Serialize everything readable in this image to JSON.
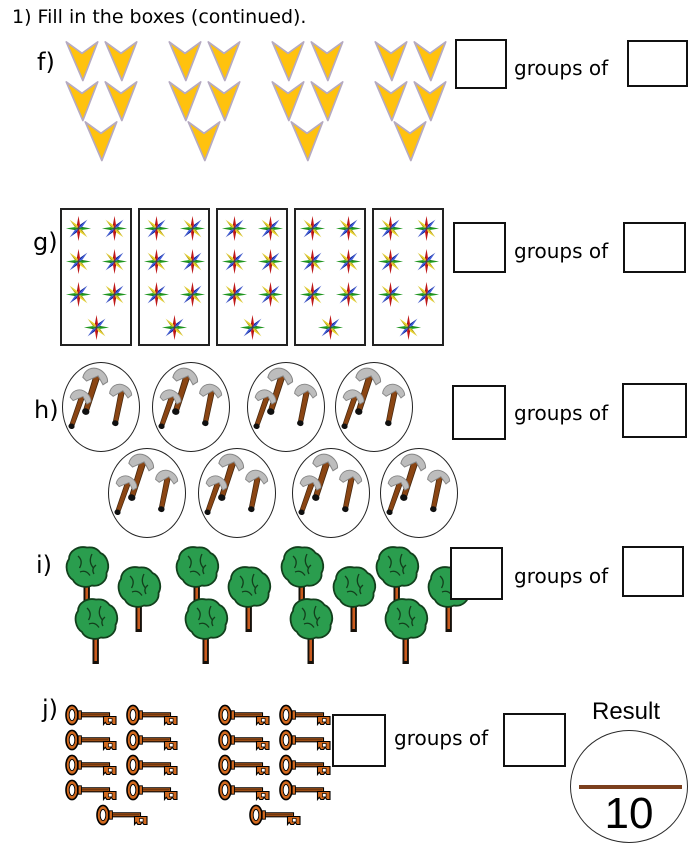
{
  "title": "1) Fill in the boxes (continued).",
  "labels": {
    "groups_of": "groups of"
  },
  "result": {
    "label": "Result",
    "value": "10"
  },
  "rows": [
    {
      "label": "f)",
      "icon": "arrow",
      "icon_name": "yellow-arrow-icon",
      "groups": 4,
      "items_per_group": 5,
      "groups_box_value": "",
      "size_box_value": ""
    },
    {
      "label": "g)",
      "icon": "star",
      "icon_name": "star-icon",
      "groups": 5,
      "items_per_group": 7,
      "groups_box_value": "",
      "size_box_value": ""
    },
    {
      "label": "h)",
      "icon": "hammer",
      "icon_name": "hammer-icon",
      "groups": 8,
      "items_per_group": 3,
      "groups_box_value": "",
      "size_box_value": ""
    },
    {
      "label": "i)",
      "icon": "tree",
      "icon_name": "tree-icon",
      "groups": 4,
      "items_per_group": 3,
      "groups_box_value": "",
      "size_box_value": ""
    },
    {
      "label": "j)",
      "icon": "key",
      "icon_name": "key-icon",
      "groups": 2,
      "items_per_group": 9,
      "groups_box_value": "",
      "size_box_value": ""
    }
  ],
  "colors": {
    "arrow_fill": "#FFC20E",
    "arrow_stroke": "#b5aac2",
    "star_red": "#e02020",
    "star_red_dark": "#9c0e0e",
    "star_blue": "#3b5be0",
    "star_blue_dark": "#13289c",
    "star_green": "#2db32d",
    "star_green_dark": "#117711",
    "star_yellow": "#efd820",
    "star_yellow_dark": "#b8a21a",
    "hammer_handle": "#8a4513",
    "hammer_head": "#bdbdbd",
    "tree_canopy": "#2a9d4e",
    "tree_outline": "#123f1c",
    "tree_trunk": "#15100a",
    "tree_trunk_core": "#c85a1e",
    "key_fill": "#d2691e",
    "result_line": "#7b3f1d"
  }
}
